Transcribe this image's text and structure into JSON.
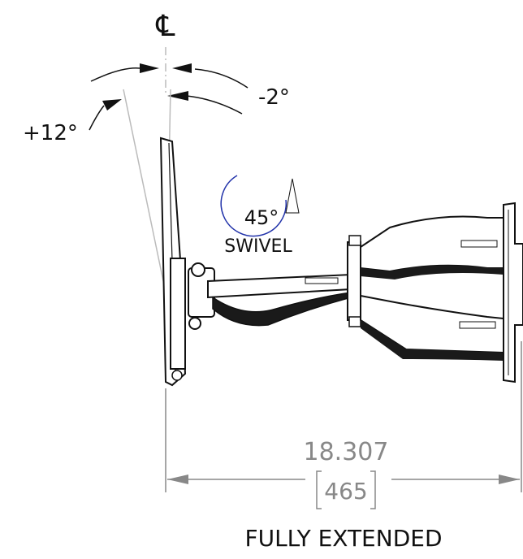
{
  "centerline_symbol": "℄",
  "tilt": {
    "plus": "+12°",
    "minus": "-2°"
  },
  "swivel": {
    "angle": "45°",
    "label": "SWIVEL"
  },
  "dimension": {
    "inches": "18.307",
    "mm": "465"
  },
  "caption": "FULLY EXTENDED",
  "colors": {
    "line": "#111111",
    "dim": "#888888",
    "swivel_arc": "#2233aa",
    "body": "#1a1a1a"
  }
}
